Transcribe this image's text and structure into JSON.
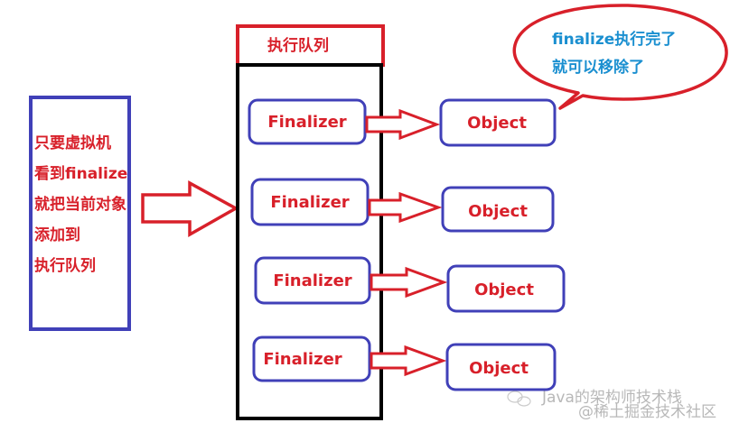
{
  "left_note": {
    "lines": [
      "只要虚拟机",
      "看到finalize",
      "就把当前对象",
      "添加到",
      "执行队列"
    ]
  },
  "queue": {
    "title": "执行队列",
    "items": [
      {
        "finalizer": "Finalizer",
        "object": "Object"
      },
      {
        "finalizer": "Finalizer",
        "object": "Object"
      },
      {
        "finalizer": "Finalizer",
        "object": "Object"
      },
      {
        "finalizer": "Finalizer",
        "object": "Object"
      }
    ]
  },
  "bubble": {
    "lines": [
      "finalize执行完了",
      "就可以移除了"
    ]
  },
  "watermark": {
    "line1": "Java的架构师技术栈",
    "line2": "@稀土掘金技术社区"
  },
  "colors": {
    "red": "#d8202a",
    "blue": "#4040b8",
    "cyan": "#1a8fd0",
    "black": "#000000"
  }
}
